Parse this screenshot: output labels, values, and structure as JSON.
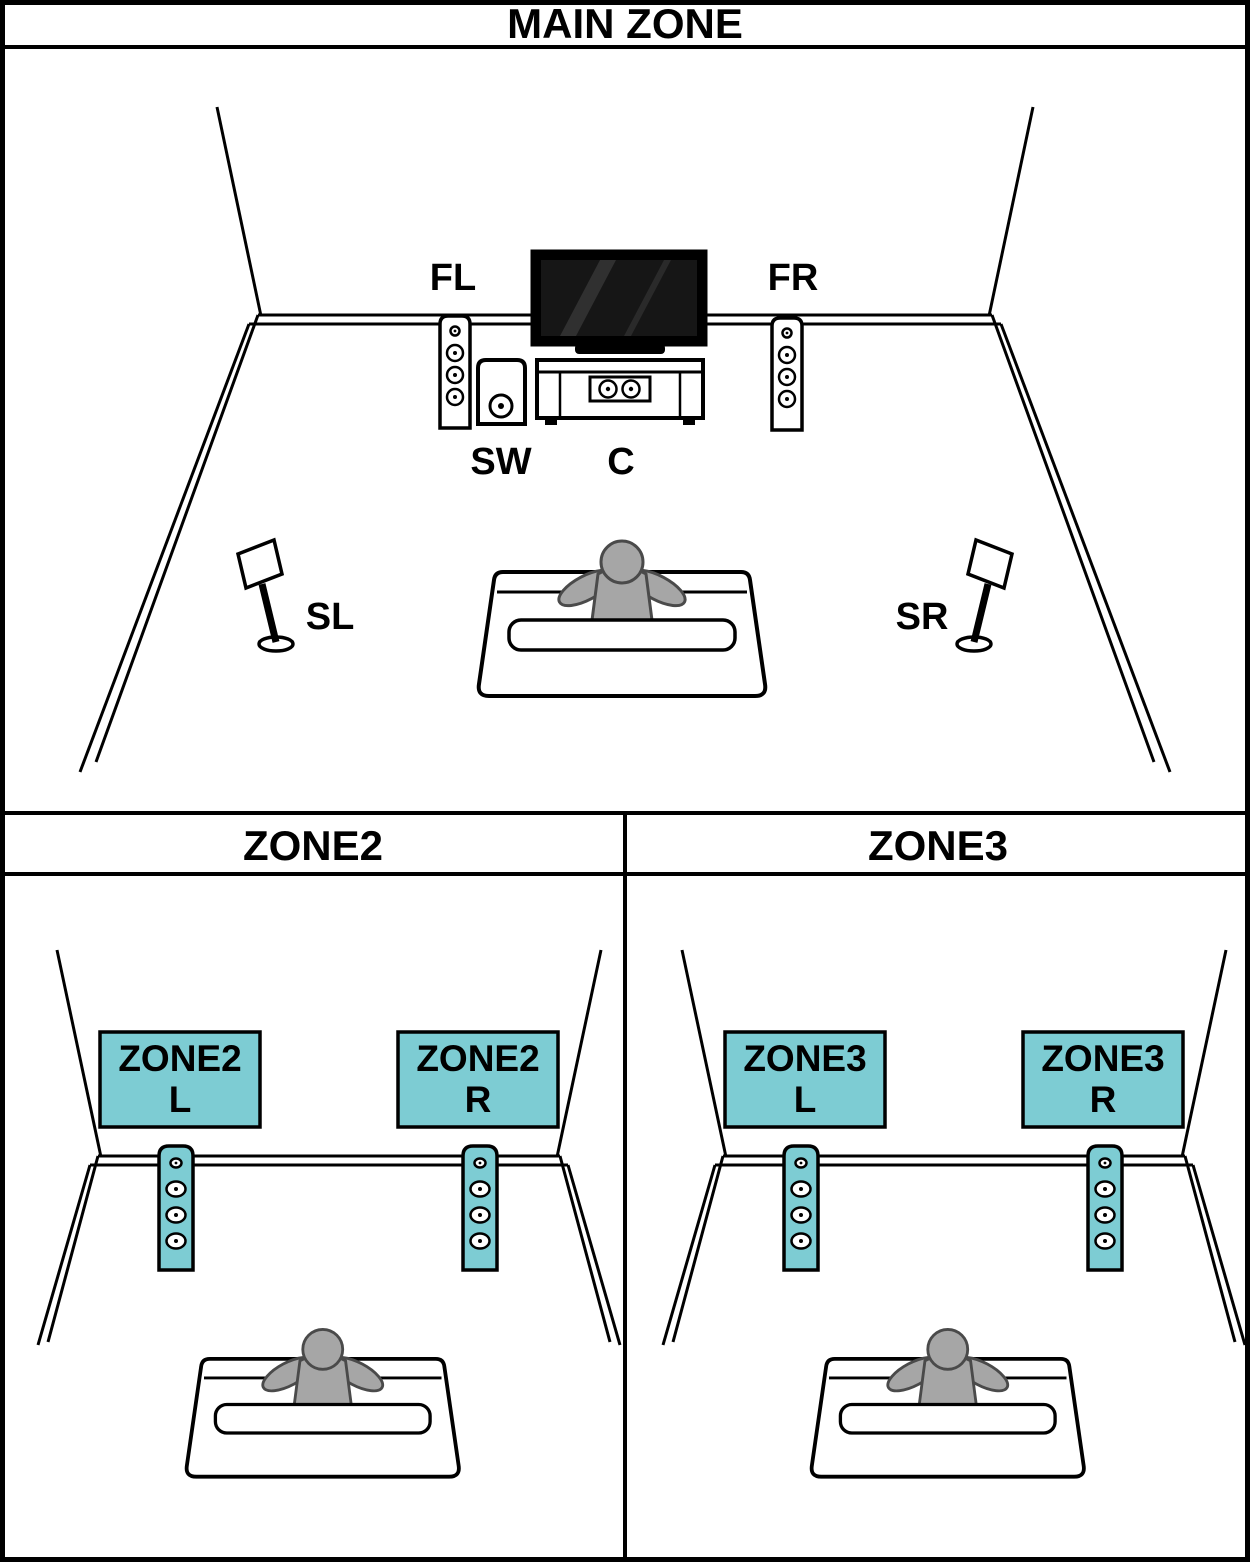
{
  "diagram": {
    "main_zone": {
      "title": "MAIN ZONE",
      "labels": {
        "front_left": "FL",
        "front_right": "FR",
        "subwoofer": "SW",
        "center": "C",
        "surround_left": "SL",
        "surround_right": "SR"
      }
    },
    "zone2": {
      "title": "ZONE2",
      "left": {
        "line1": "ZONE2",
        "line2": "L"
      },
      "right": {
        "line1": "ZONE2",
        "line2": "R"
      }
    },
    "zone3": {
      "title": "ZONE3",
      "left": {
        "line1": "ZONE3",
        "line2": "L"
      },
      "right": {
        "line1": "ZONE3",
        "line2": "R"
      }
    },
    "colors": {
      "highlight_teal": "#7dccd3",
      "person_gray": "#a6a6a6",
      "line_black": "#000000"
    }
  }
}
